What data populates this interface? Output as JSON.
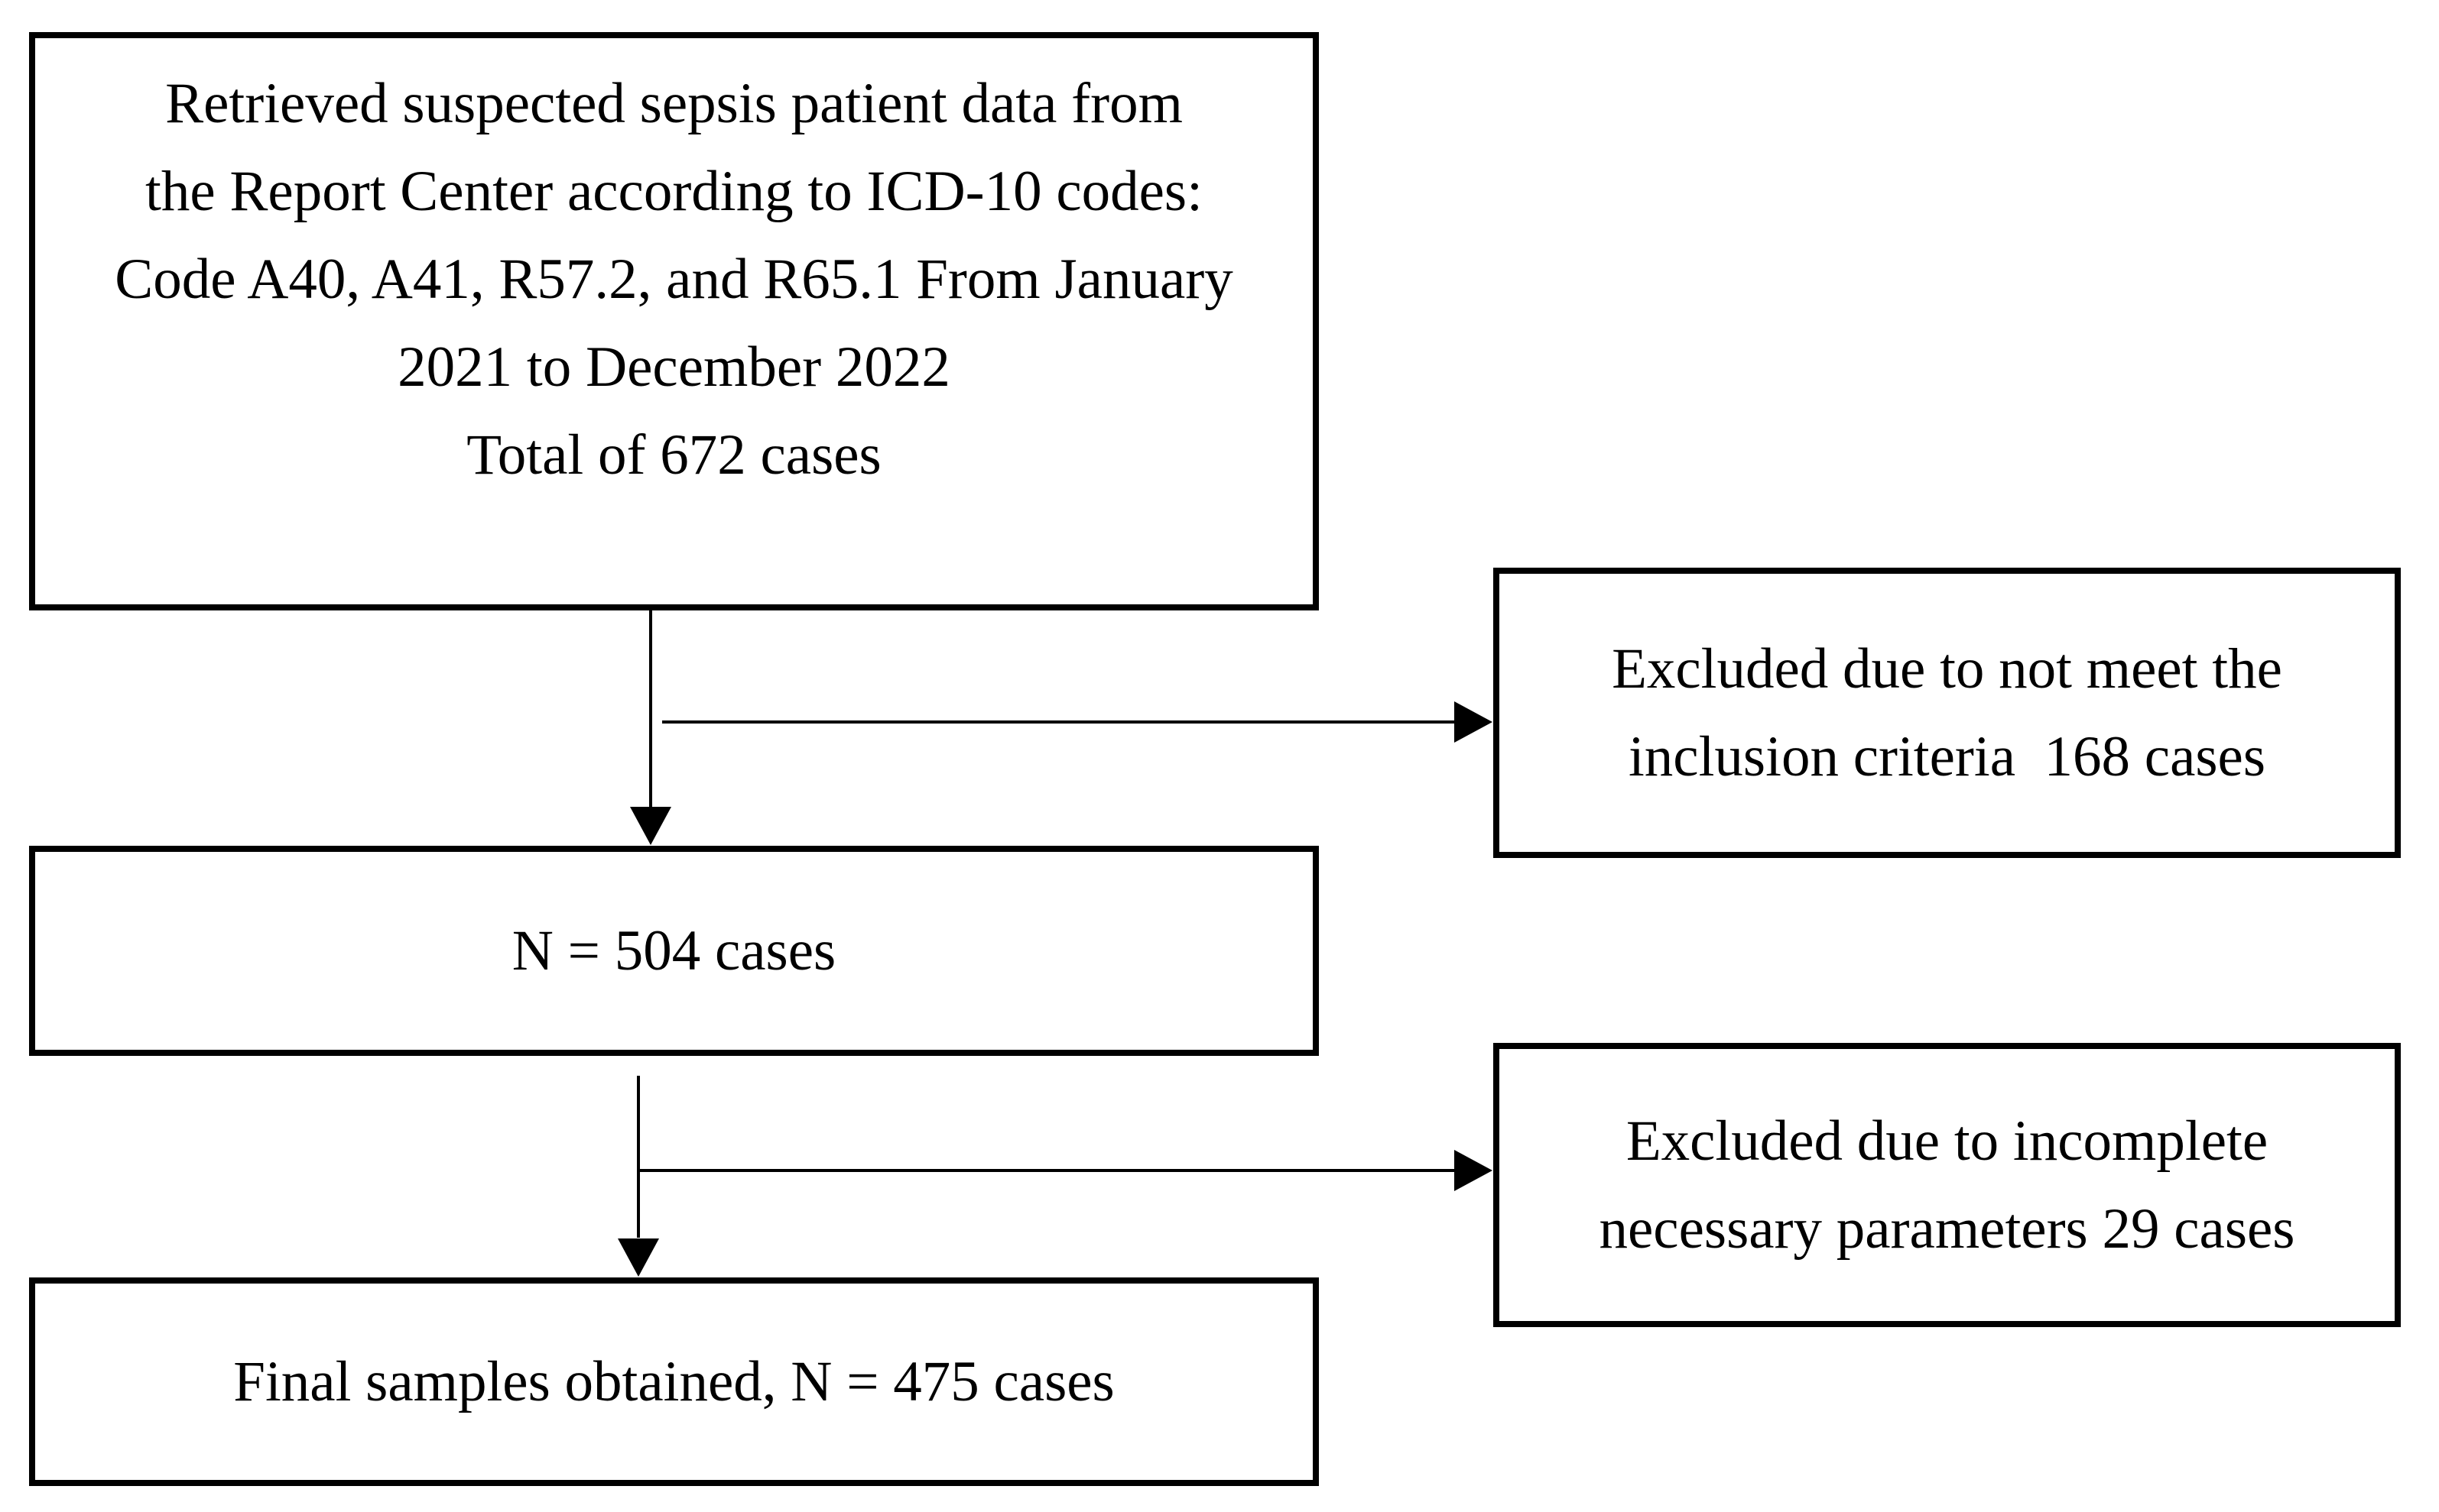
{
  "diagram": {
    "type": "flowchart",
    "colors": {
      "line": "#000000",
      "text": "#000000",
      "background": "#ffffff"
    },
    "boxes": {
      "source": {
        "lines": [
          "Retrieved suspected sepsis patient data from",
          "the Report Center according to ICD-10 codes:",
          "Code A40, A41, R57.2, and R65.1 From January",
          "2021 to December 2022",
          "Total of 672 cases"
        ]
      },
      "cohort": {
        "text": "N = 504 cases"
      },
      "excluded_inclusion": {
        "lines": [
          "Excluded due to not meet the",
          "inclusion criteria  168 cases"
        ]
      },
      "excluded_parameters": {
        "lines": [
          "Excluded due to incomplete",
          "necessary parameters 29 cases"
        ]
      },
      "final": {
        "text": "Final samples obtained, N = 475 cases"
      }
    }
  }
}
